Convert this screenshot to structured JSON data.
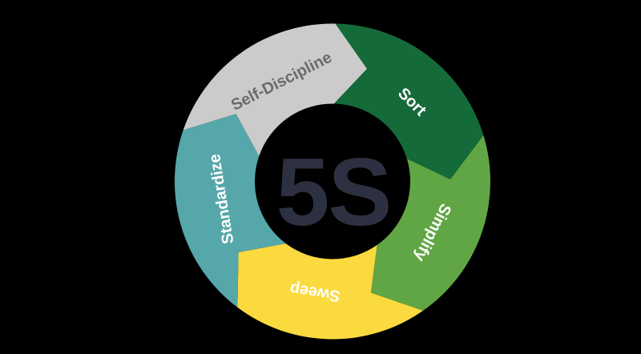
{
  "figure": {
    "type": "cycle-diagram",
    "name": "5S methodology cycle",
    "background_color": "#000000",
    "flow_direction": "clockwise",
    "center_label": {
      "text": "5S",
      "color": "#2d3040"
    },
    "segments": [
      {
        "label": "Sort",
        "color": "#156a39",
        "label_color": "#ffffff"
      },
      {
        "label": "Simplify",
        "color": "#61a645",
        "label_color": "#ffffff"
      },
      {
        "label": "Sweep",
        "color": "#fbda3f",
        "label_color": "#ffffff"
      },
      {
        "label": "Standardize",
        "color": "#56a7aa",
        "label_color": "#ffffff"
      },
      {
        "label": "Self-Discipline",
        "color": "#cbcbcb",
        "label_color": "#6b6b6b"
      }
    ]
  }
}
